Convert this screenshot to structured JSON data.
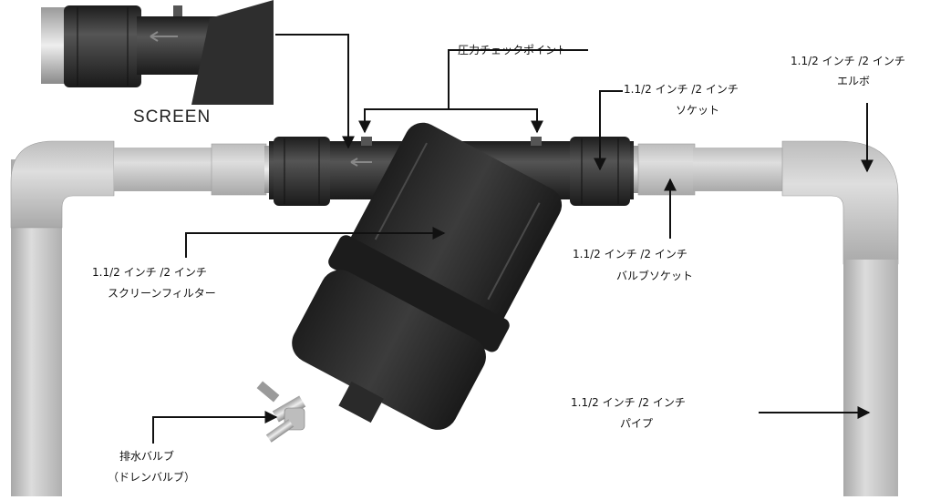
{
  "screen_caption": "SCREEN",
  "labels": {
    "pressure_check_point": "圧力チェックポイント",
    "socket_size": "1.1/2 インチ /2 インチ",
    "socket_name": "ソケット",
    "elbow_size": "1.1/2 インチ /2 インチ",
    "elbow_name": "エルボ",
    "valve_socket_size": "1.1/2 インチ /2 インチ",
    "valve_socket_name": "バルブソケット",
    "screen_filter_size": "1.1/2 インチ /2 インチ",
    "screen_filter_name": "スクリーンフィルター",
    "pipe_size": "1.1/2 インチ /2 インチ",
    "pipe_name": "パイプ",
    "drain_valve_line1": "排水バルブ",
    "drain_valve_line2": "（ドレンバルブ）"
  },
  "colors": {
    "pipe_light": "#d4d4d4",
    "pipe_mid": "#b4b4b4",
    "pipe_dark": "#8e8e8e",
    "filter_body": "#2a2a2a",
    "filter_highlight": "#4a4a4a",
    "leader_line": "#111111"
  }
}
